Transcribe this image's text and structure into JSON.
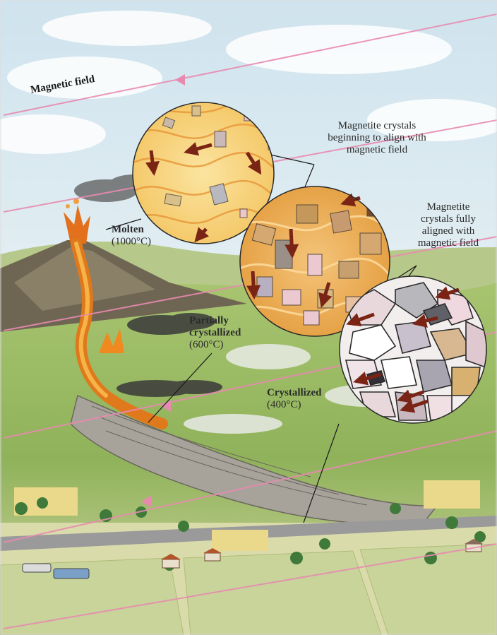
{
  "labels": {
    "magnetic_field": "Magnetic field",
    "magnetite_align": [
      "Magnetite crystals",
      "beginning to align with",
      "magnetic field"
    ],
    "magnetite_fully": [
      "Magnetite",
      "crystals fully",
      "aligned with",
      "magnetic field"
    ],
    "molten": {
      "name": "Molten",
      "temp": "(1000°C)"
    },
    "partial": {
      "name1": "Partially",
      "name2": "crystallized",
      "temp": "(600°C)"
    },
    "crystallized": {
      "name": "Crystallized",
      "temp": "(400°C)"
    }
  },
  "colors": {
    "field_line": "#e88ab0",
    "arrow": "#7a2416",
    "lava": "#e0781c",
    "sky": "#d9eaf2",
    "ground": "#9bbf5a"
  }
}
